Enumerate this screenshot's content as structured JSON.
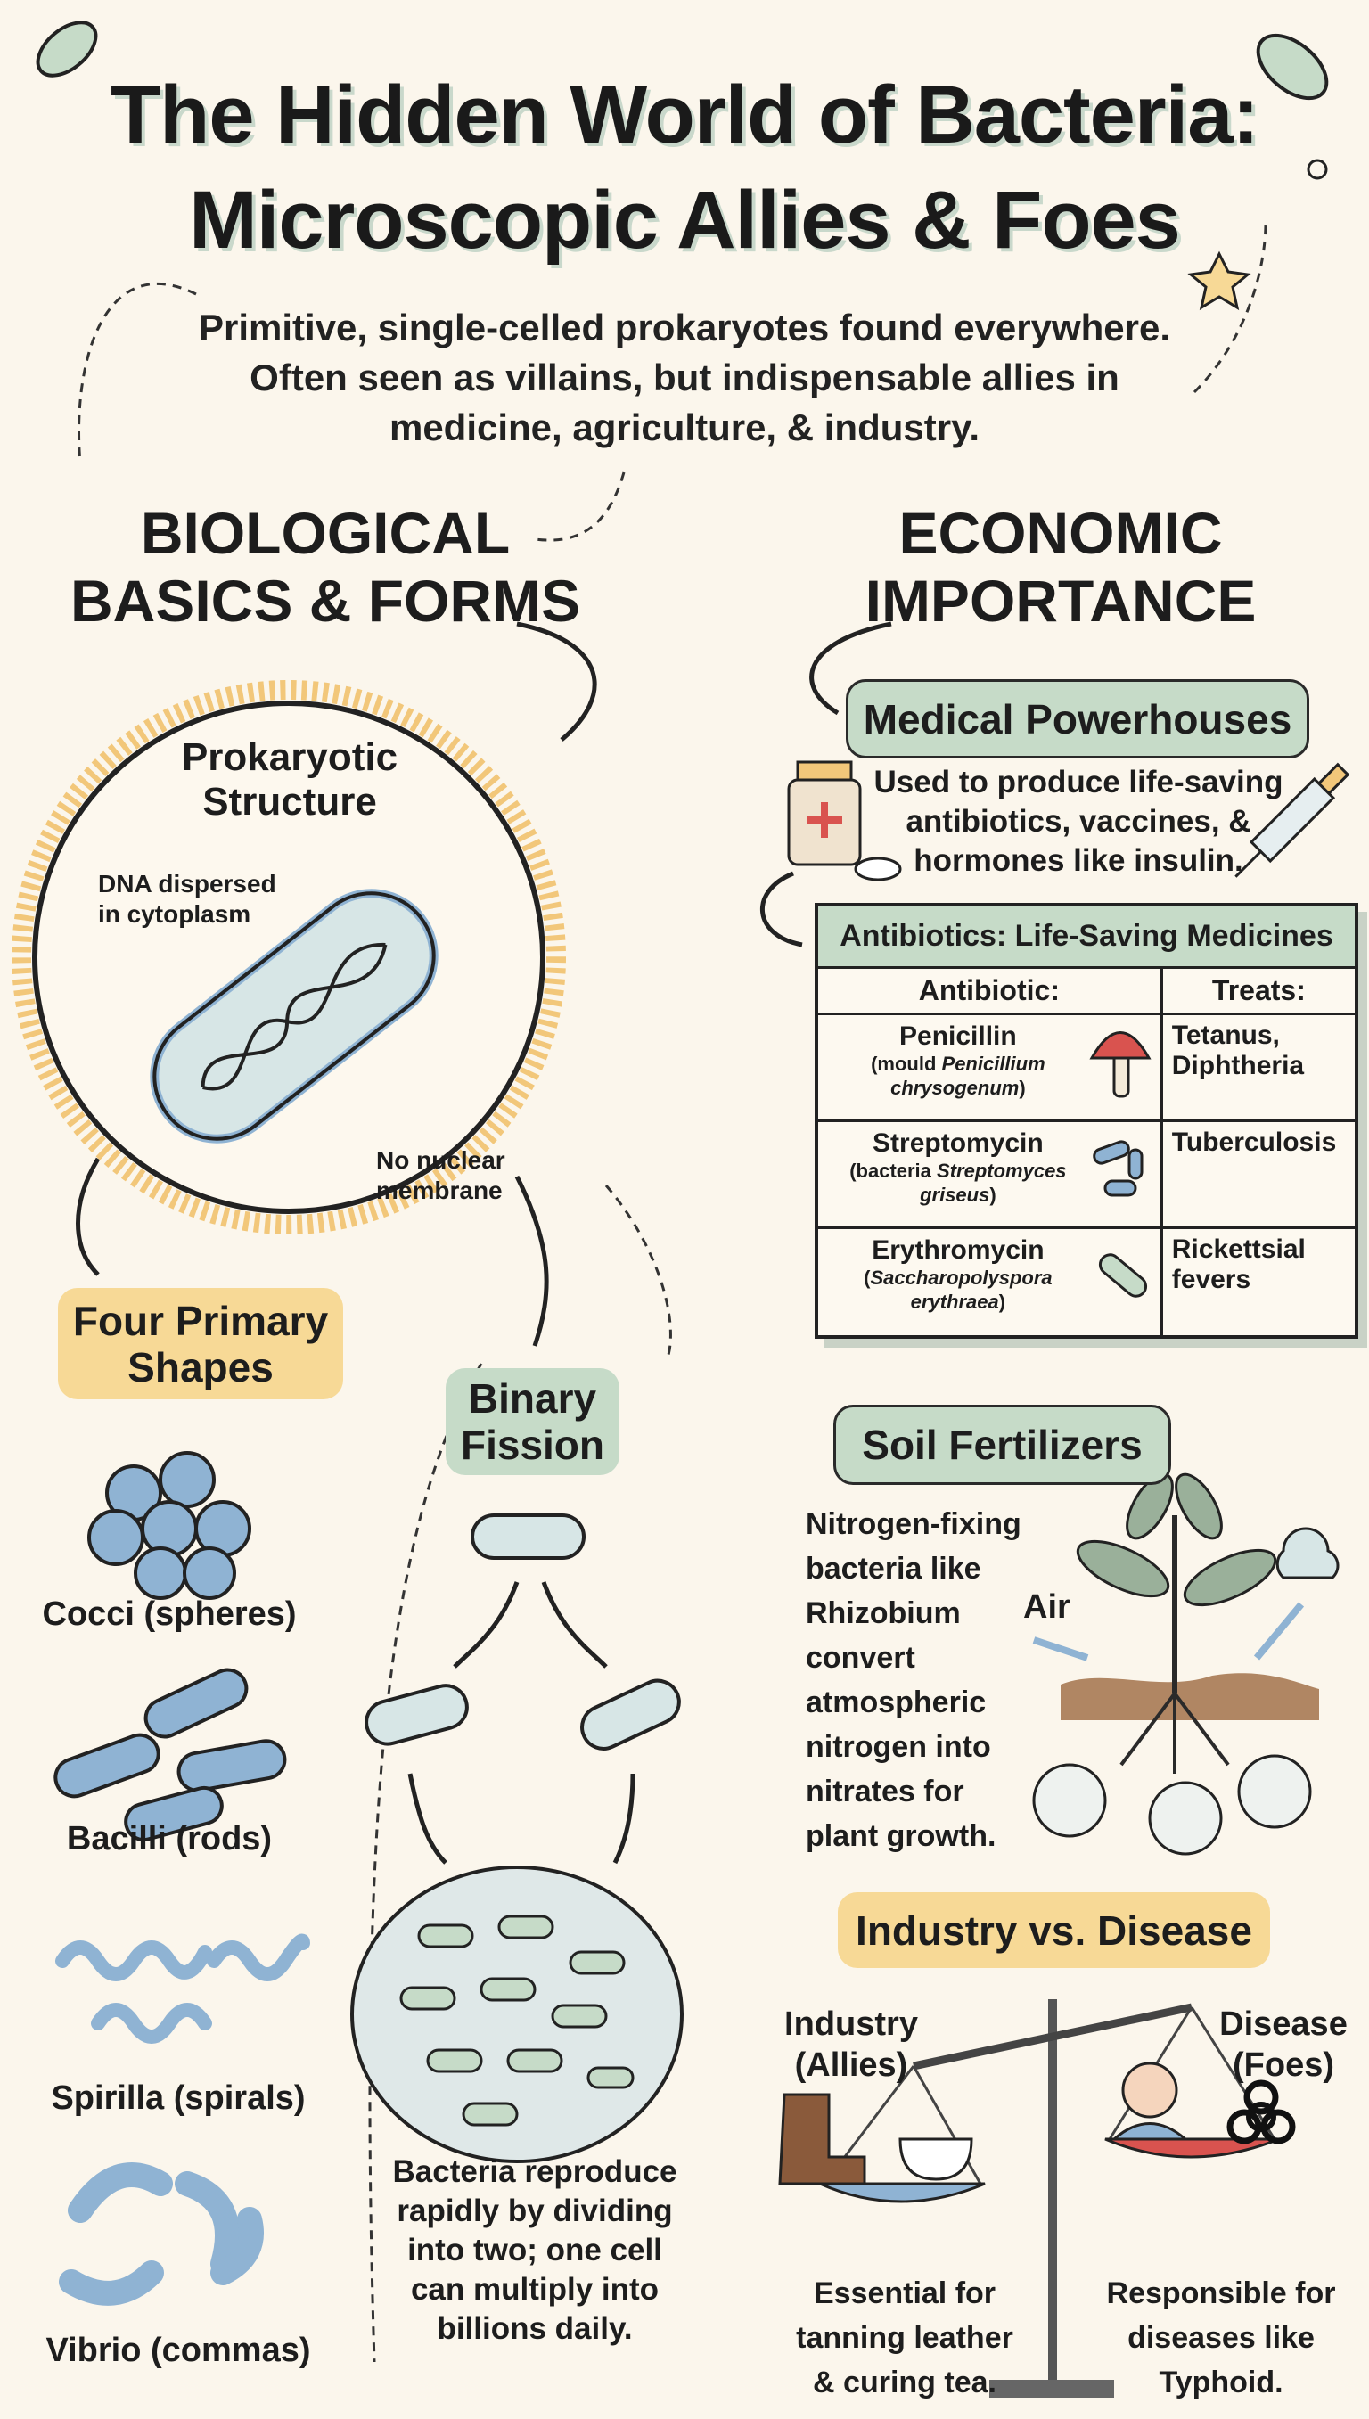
{
  "title": {
    "line1": "The Hidden World of Bacteria:",
    "line2": "Microscopic Allies & Foes"
  },
  "subtitle": {
    "line1": "Primitive, single-celled prokaryotes found everywhere.",
    "line2": "Often seen as villains, but indispensable allies in",
    "line3": "medicine, agriculture, & industry."
  },
  "biological": {
    "heading_line1": "BIOLOGICAL",
    "heading_line2": "BASICS & FORMS",
    "structure": {
      "title_line1": "Prokaryotic",
      "title_line2": "Structure",
      "label_dna_line1": "DNA dispersed",
      "label_dna_line2": "in cytoplasm",
      "label_membrane_line1": "No nuclear",
      "label_membrane_line2": "membrane"
    },
    "shapes": {
      "heading_line1": "Four Primary",
      "heading_line2": "Shapes",
      "items": [
        {
          "label": "Cocci (spheres)"
        },
        {
          "label": "Bacilli (rods)"
        },
        {
          "label": "Spirilla (spirals)"
        },
        {
          "label": "Vibrio (commas)"
        }
      ]
    },
    "fission": {
      "heading_line1": "Binary",
      "heading_line2": "Fission",
      "text_line1": "Bacteria reproduce",
      "text_line2": "rapidly by dividing",
      "text_line3": "into two; one cell",
      "text_line4": "can multiply into",
      "text_line5": "billions daily."
    }
  },
  "economic": {
    "heading_line1": "ECONOMIC",
    "heading_line2": "IMPORTANCE",
    "medical": {
      "heading": "Medical Powerhouses",
      "text_line1": "Used to produce life-saving",
      "text_line2": "antibiotics, vaccines, &",
      "text_line3": "hormones like insulin."
    },
    "table": {
      "title": "Antibiotics: Life-Saving Medicines",
      "col1": "Antibiotic:",
      "col2": "Treats:",
      "rows": [
        {
          "name": "Penicillin",
          "source_prefix": "(mould ",
          "source_italic": "Penicillium chrysogenum",
          "source_suffix": ")",
          "treats": "Tetanus, Diphtheria",
          "icon": "mushroom-icon"
        },
        {
          "name": "Streptomycin",
          "source_prefix": "(bacteria ",
          "source_italic": "Streptomyces griseus",
          "source_suffix": ")",
          "treats": "Tuberculosis",
          "icon": "bacteria-icon"
        },
        {
          "name": "Erythromycin",
          "source_prefix": "(",
          "source_italic": "Saccharopolyspora erythraea",
          "source_suffix": ")",
          "treats": "Rickettsial fevers",
          "icon": "bacterium-icon"
        }
      ]
    },
    "soil": {
      "heading": "Soil Fertilizers",
      "lines": [
        "Nitrogen-fixing",
        "bacteria like",
        "Rhizobium",
        "convert",
        "atmospheric",
        "nitrogen into",
        "nitrates for",
        "plant growth."
      ],
      "air_label": "Air"
    },
    "industry": {
      "heading": "Industry vs. Disease",
      "allies_line1": "Industry",
      "allies_line2": "(Allies)",
      "foes_line1": "Disease",
      "foes_line2": "(Foes)",
      "allies_text_line1": "Essential for",
      "allies_text_line2": "tanning leather",
      "allies_text_line3": "& curing tea.",
      "foes_text_line1": "Responsible for",
      "foes_text_line2": "diseases like",
      "foes_text_line3": "Typhoid."
    }
  },
  "colors": {
    "background": "#fbf6ec",
    "green_label": "#c6dbc8",
    "yellow_label": "#f7d996",
    "bacteria_blue": "#8fb3d3",
    "cell_fill": "#d7e6e6"
  }
}
